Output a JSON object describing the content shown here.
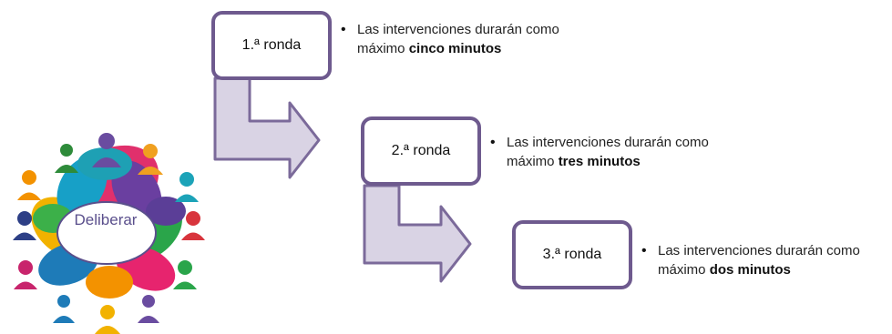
{
  "hub": {
    "label": "Deliberar"
  },
  "rounds": [
    {
      "label": "1.ª ronda",
      "text_before": "Las intervenciones durarán como",
      "text_second": "máximo ",
      "emphasis": "cinco minutos"
    },
    {
      "label": "2.ª ronda",
      "text_before": "Las intervenciones durarán como",
      "text_second": "máximo ",
      "emphasis": "tres minutos"
    },
    {
      "label": "3.ª ronda",
      "text_before": "Las intervenciones durarán como",
      "text_second": "máximo ",
      "emphasis": "dos minutos"
    }
  ],
  "colors": {
    "box_border": "#6e5a8e",
    "arrow_fill": "#d9d3e4",
    "arrow_border": "#7b6a9a",
    "hub_text": "#5a4f8c"
  }
}
